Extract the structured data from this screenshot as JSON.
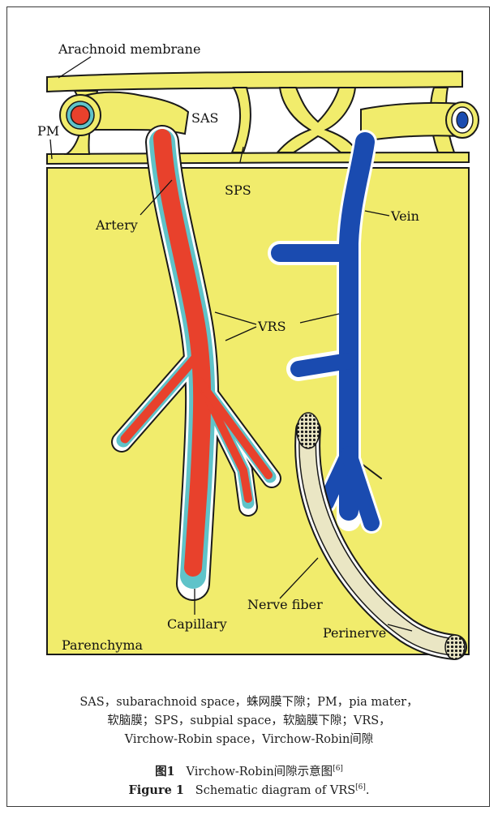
{
  "labels": {
    "arachnoid": "Arachnoid membrane",
    "sas": "SAS",
    "pm": "PM",
    "sps": "SPS",
    "vein": "Vein",
    "artery": "Artery",
    "vrs": "VRS",
    "capillary": "Capillary",
    "nerve_fiber": "Nerve fiber",
    "perinerve": "Perinerve",
    "parenchyma": "Parenchyma"
  },
  "colors": {
    "tissue": "#f1ec6c",
    "artery": "#e8412c",
    "vein": "#1a4bb0",
    "pia": "#5fc3c9",
    "outline": "#1a1a1a"
  },
  "caption": {
    "note_line1": "SAS，subarachnoid space，蛛网膜下隙；PM，pia mater，",
    "note_line2": "软脑膜；SPS，subpial space，软脑膜下隙；VRS，",
    "note_line3": "Virchow-Robin space，Virchow-Robin间隙",
    "fig_cn_label": "图1",
    "fig_cn_text": "Virchow-Robin间隙示意图",
    "fig_en_label": "Figure 1",
    "fig_en_text": "Schematic diagram of VRS",
    "ref": "[6]",
    "period": "."
  }
}
